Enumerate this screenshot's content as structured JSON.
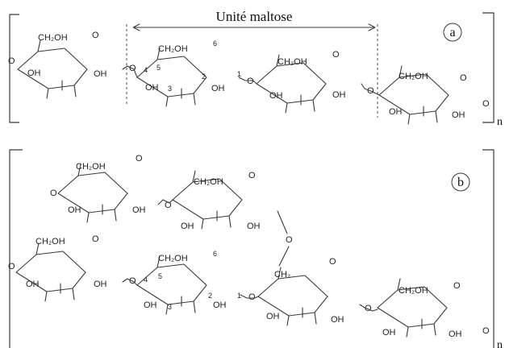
{
  "top": {
    "title": "Unité maltose",
    "panel": "a",
    "repeat": "n"
  },
  "bottom": {
    "panel": "b",
    "repeat": "n"
  },
  "labels": {
    "ch2oh": "CH₂OH",
    "ch2": "CH₂",
    "oh": "OH",
    "o": "O",
    "c1": "1",
    "c2": "2",
    "c3": "3",
    "c4": "4",
    "c5": "5",
    "c6": "6"
  }
}
